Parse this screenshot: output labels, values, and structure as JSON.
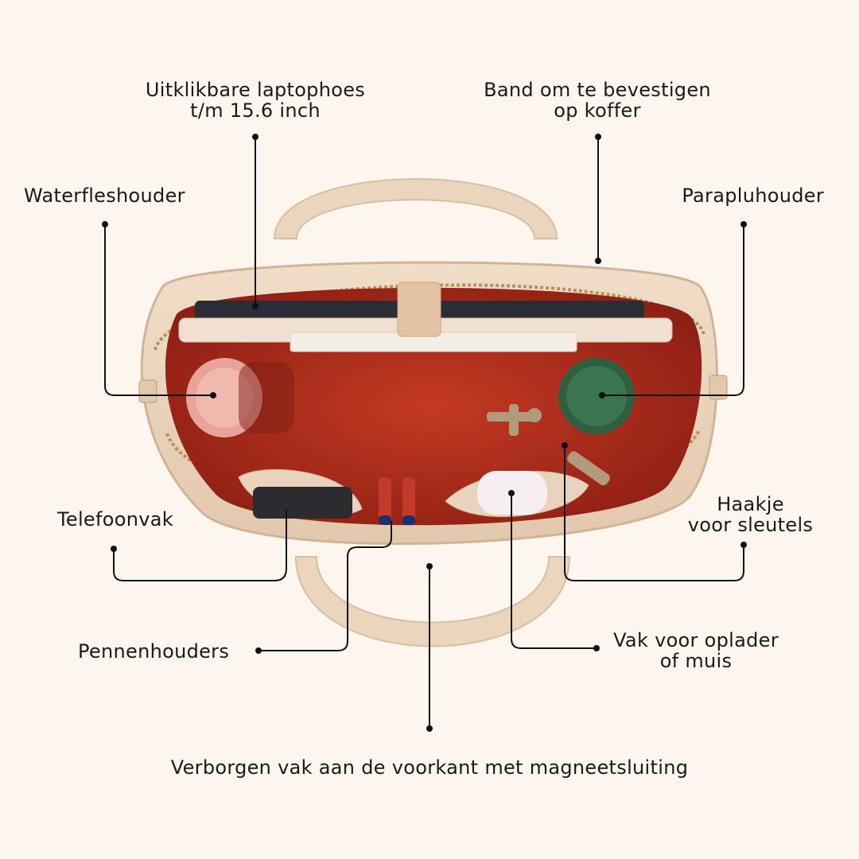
{
  "colors": {
    "background": "#fdf6ef",
    "leather": "#ecd6bf",
    "lining": "#b8311f",
    "leader": "#111111"
  },
  "labels": {
    "laptop_sleeve": {
      "line1": "Uitklikbare laptophoes",
      "line2": "t/m 15.6 inch"
    },
    "suitcase_strap": {
      "line1": "Band om te bevestigen",
      "line2": "op koffer"
    },
    "water_bottle": {
      "line1": "Waterfleshouder"
    },
    "umbrella": {
      "line1": "Parapluhouder"
    },
    "phone": {
      "line1": "Telefoonvak"
    },
    "key_hook": {
      "line1": "Haakje",
      "line2": "voor sleutels"
    },
    "pens": {
      "line1": "Pennenhouders"
    },
    "charger": {
      "line1": "Vak voor oplader",
      "line2": "of muis"
    },
    "hidden_pocket": {
      "line1": "Verborgen vak aan de voorkant met magneetsluiting"
    }
  }
}
